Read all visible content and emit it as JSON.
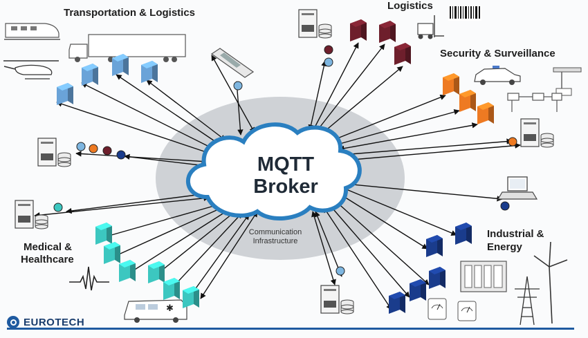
{
  "broker": {
    "line1": "MQTT",
    "line2": "Broker"
  },
  "infrastructure": {
    "line1": "Communication",
    "line2": "Infrastructure"
  },
  "sectors": {
    "transportation": "Transportation & Logistics",
    "logistics": "Logistics",
    "security": "Security & Surveillance",
    "medical_line1": "Medical &",
    "medical_line2": "Healthcare",
    "industrial_line1": "Industrial &",
    "industrial_line2": "Energy"
  },
  "brand": {
    "name": "EUROTECH"
  },
  "colors": {
    "transport_devices": "#6aa3d8",
    "logistics_devices": "#6e1f2c",
    "security_devices": "#ee7a22",
    "medical_devices": "#3cc7c0",
    "industrial_devices": "#1a3c8c",
    "cloud_stroke": "#2a7fc0",
    "infrastructure_ellipse": "#cfd2d6",
    "brand": "#1e5aa0"
  },
  "icons": [
    "train-icon",
    "helicopter-icon",
    "truck-icon",
    "handheld-device-icon",
    "barcode-icon",
    "forklift-icon",
    "police-car-icon",
    "camera-icon",
    "server-icon",
    "laptop-icon",
    "ambulance-icon",
    "heartbeat-icon",
    "control-cabinet-icon",
    "transmission-tower-icon",
    "wind-turbine-icon",
    "meter-icon"
  ]
}
